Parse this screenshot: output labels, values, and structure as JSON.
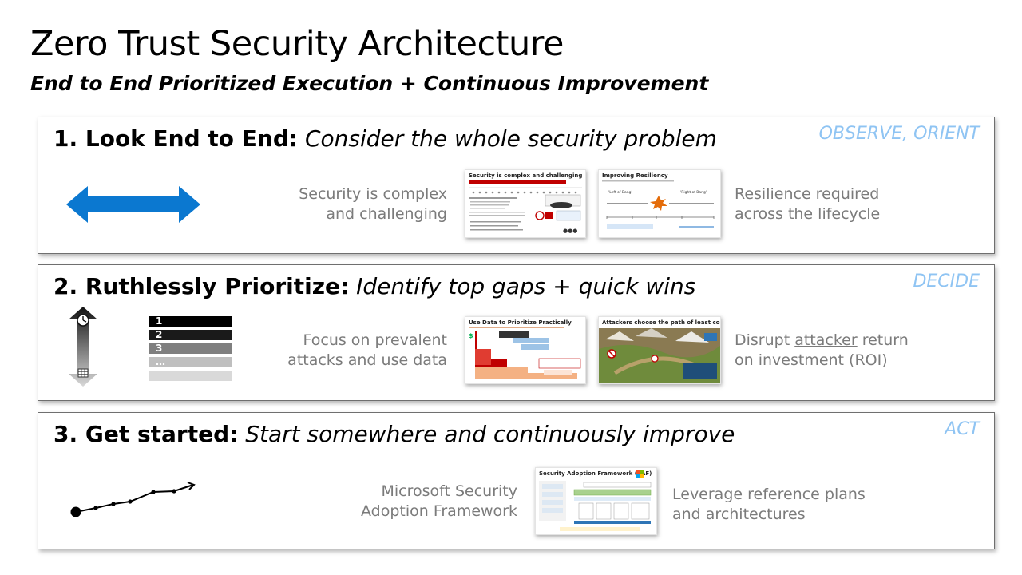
{
  "title": "Zero Trust Security Architecture",
  "subtitle": "End to End Prioritized Execution + Continuous Improvement",
  "panels": [
    {
      "heading_bold": "1. Look End to End:",
      "heading_italic": "Consider the whole security problem",
      "tag": "OBSERVE, ORIENT",
      "icon": "double-arrow-icon",
      "left_text": [
        "Security is complex",
        "and challenging"
      ],
      "right_text": [
        "Resilience required",
        "across the lifecycle"
      ],
      "thumbs": [
        {
          "title": "Security is complex and challenging"
        },
        {
          "title": "Improving Resiliency",
          "labels": [
            "'Left of Bang'",
            "'Right of Bang'"
          ]
        }
      ]
    },
    {
      "heading_bold": "2. Ruthlessly Prioritize:",
      "heading_italic": "Identify top gaps + quick wins",
      "tag": "DECIDE",
      "icon": "priority-stack-icon",
      "priority_list": [
        "1",
        "2",
        "3",
        "…",
        ""
      ],
      "left_text": [
        "Focus on prevalent",
        "attacks and use data"
      ],
      "right_prefix": "Disrupt ",
      "right_underlined": "attacker",
      "right_suffix": " return",
      "right_line2": "on investment (ROI)",
      "thumbs": [
        {
          "title": "Use Data to Prioritize Practically"
        },
        {
          "title": "Attackers choose the path of least cost/resistance"
        }
      ]
    },
    {
      "heading_bold": "3. Get started:",
      "heading_italic": "Start somewhere and continuously improve",
      "tag": "ACT",
      "icon": "improvement-trend-icon",
      "left_text": [
        "Microsoft Security",
        "Adoption Framework"
      ],
      "right_text": [
        "Leverage reference plans",
        "and architectures"
      ],
      "thumbs": [
        {
          "title": "Security Adoption Framework (SAF)"
        }
      ]
    }
  ],
  "colors": {
    "accent_blue": "#0b78d0",
    "tag_color": "#8fc4f3",
    "gray_text": "#7b7b7b"
  }
}
